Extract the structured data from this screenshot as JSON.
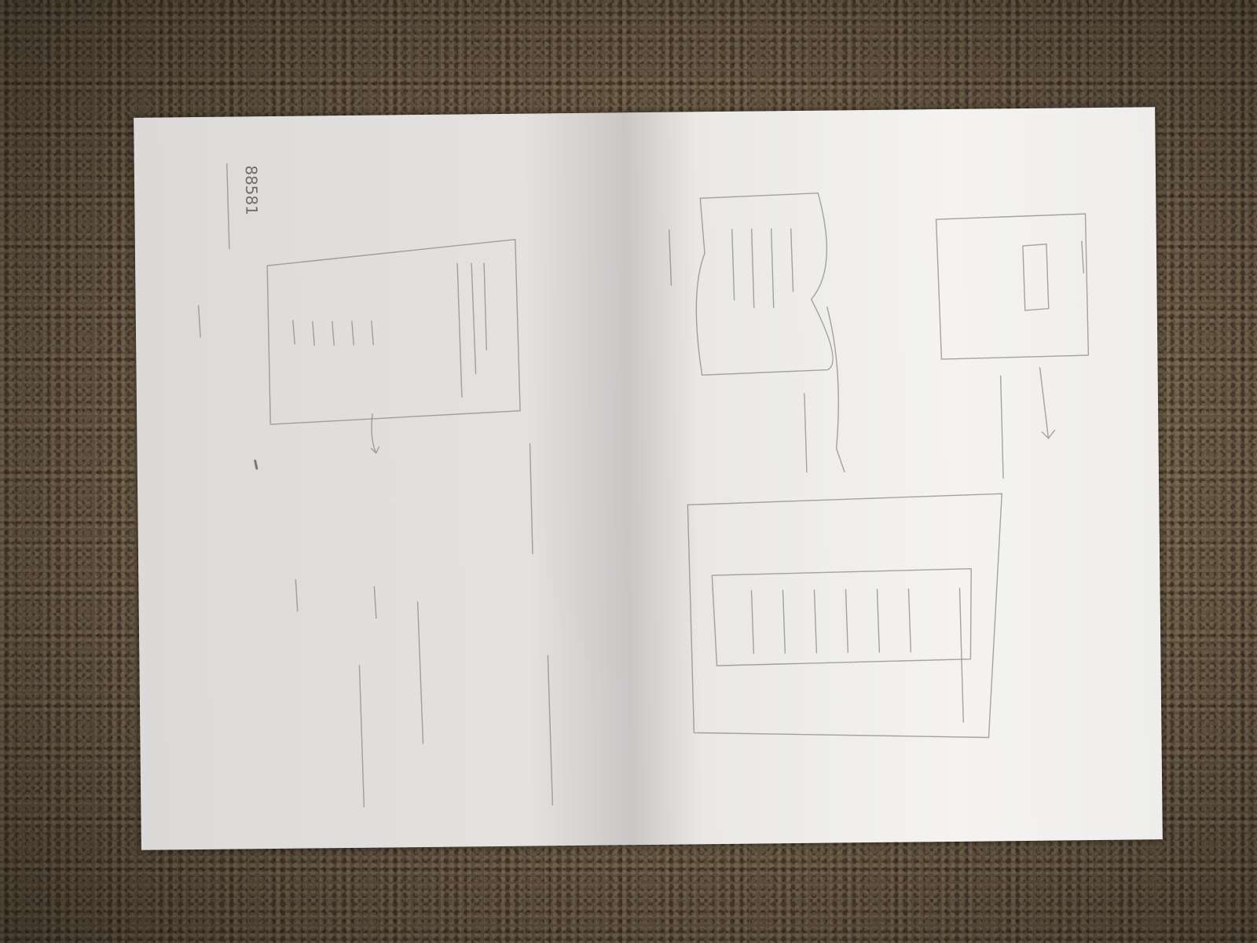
{
  "scene": {
    "background": "carpet",
    "object": "sheet-of-paper",
    "paper_color": "#eceae8",
    "pencil_color": "#8a8886"
  },
  "sketch": {
    "page_number": "88581"
  }
}
